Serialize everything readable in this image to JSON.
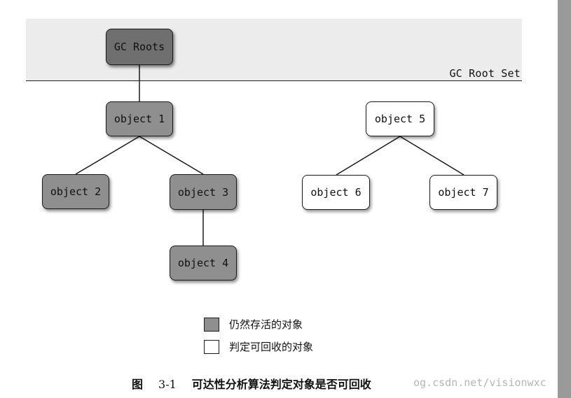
{
  "root_set": {
    "label": "GC Root Set"
  },
  "nodes": {
    "gc_roots": "GC Roots",
    "object_1": "object 1",
    "object_2": "object 2",
    "object_3": "object 3",
    "object_4": "object 4",
    "object_5": "object 5",
    "object_6": "object 6",
    "object_7": "object 7"
  },
  "legend": {
    "reachable": {
      "label": "仍然存活的对象",
      "color": "#8f8f8f"
    },
    "collectable": {
      "label": "判定可回收的对象",
      "color": "#ffffff"
    }
  },
  "caption": {
    "figure": "图",
    "number": "3-1",
    "title": "可达性分析算法判定对象是否可回收"
  },
  "watermark": "og.csdn.net/visionwxc",
  "colors": {
    "root_band": "#ececec",
    "reachable_fill": "#8f8f8f",
    "root_fill": "#6f6f6f",
    "unreachable_fill": "#ffffff",
    "side_bar": "#9a9a9a"
  }
}
